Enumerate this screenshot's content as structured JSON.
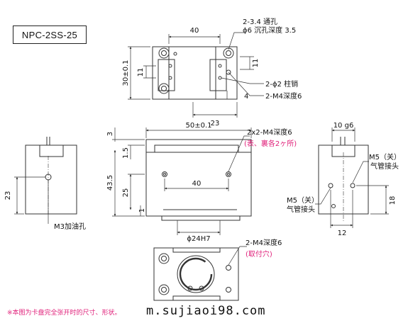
{
  "model": "NPC-2SS-25",
  "colors": {
    "line": "#333333",
    "accent": "#e0207a",
    "text": "#111111"
  },
  "top_view": {
    "width_dim": "40",
    "height_dim": "30±0.1",
    "inner_dim": "11",
    "right_dim": "11",
    "small_dim": "4",
    "bottom_dim": "23",
    "note_holes": "2-3.4 通孔",
    "note_counterbore": "ϕ6 沉孔深度 3.5",
    "note_pins": "2-ϕ2 柱销",
    "note_tap": "2-M4深度6"
  },
  "front_view": {
    "width_dim": "50±0.1",
    "height_dim": "43.5",
    "top_dim": "3",
    "dim_1_5": "1.5",
    "dim_25": "25",
    "dim_1": "1",
    "inner_dim": "40",
    "bore_dim": "ϕ24H7",
    "note_tap": "2x2-M4深度6",
    "note_tap_sub": "(表、裏各2ヶ所)"
  },
  "left_view": {
    "height_dim": "23",
    "note_oil": "M3加油孔"
  },
  "right_view": {
    "width_dim": "10 g6",
    "bottom_dim": "12",
    "height_dim": "18",
    "port_a": "M5（关）",
    "port_a_sub": "气管接头",
    "port_b": "M5（关）",
    "port_b_sub": "气管接头"
  },
  "bottom_view": {
    "note_tap": "2-M4深度6",
    "note_tap_sub": "(取付穴)"
  },
  "footer_note": "※本图为卡盘完全张开时的尺寸、形状。",
  "watermark": "m.sujiaoi98.com"
}
